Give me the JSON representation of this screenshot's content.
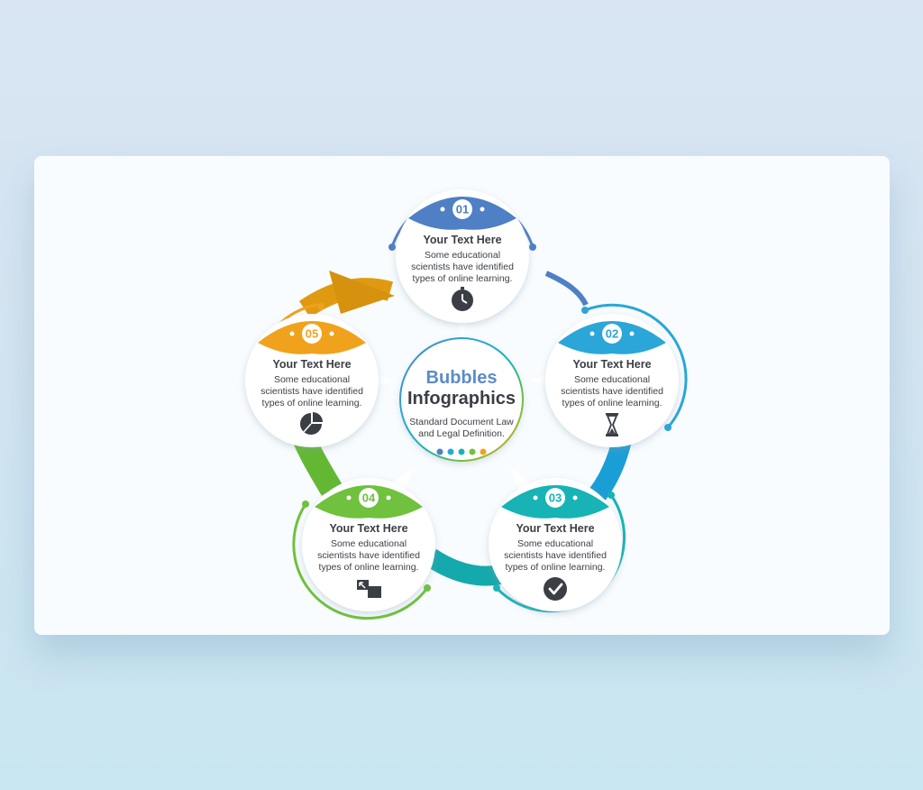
{
  "center": {
    "title_line1": "Bubbles",
    "title_line2": "Infographics",
    "subtitle_line1": "Standard Document Law",
    "subtitle_line2": "and Legal Definition.",
    "dot_colors": [
      "#4f7fc4",
      "#2aa6d8",
      "#17b3b5",
      "#6fc13e",
      "#f0a21c"
    ]
  },
  "bubbles": [
    {
      "number": "01",
      "title": "Your Text Here",
      "line1": "Some educational",
      "line2": "scientists have identified",
      "line3": "types of online learning.",
      "icon": "clock-icon",
      "color": "#4f7fc4"
    },
    {
      "number": "02",
      "title": "Your Text Here",
      "line1": "Some educational",
      "line2": "scientists have identified",
      "line3": "types of online learning.",
      "icon": "hourglass-icon",
      "color": "#2aa6d8"
    },
    {
      "number": "03",
      "title": "Your Text Here",
      "line1": "Some educational",
      "line2": "scientists have identified",
      "line3": "types of online learning.",
      "icon": "checkmark-icon",
      "color": "#17b3b5"
    },
    {
      "number": "04",
      "title": "Your Text Here",
      "line1": "Some educational",
      "line2": "scientists have identified",
      "line3": "types of online learning.",
      "icon": "resize-icon",
      "color": "#6fc13e"
    },
    {
      "number": "05",
      "title": "Your Text Here",
      "line1": "Some educational",
      "line2": "scientists have identified",
      "line3": "types of online learning.",
      "icon": "pie-chart-icon",
      "color": "#f0a21c"
    }
  ]
}
